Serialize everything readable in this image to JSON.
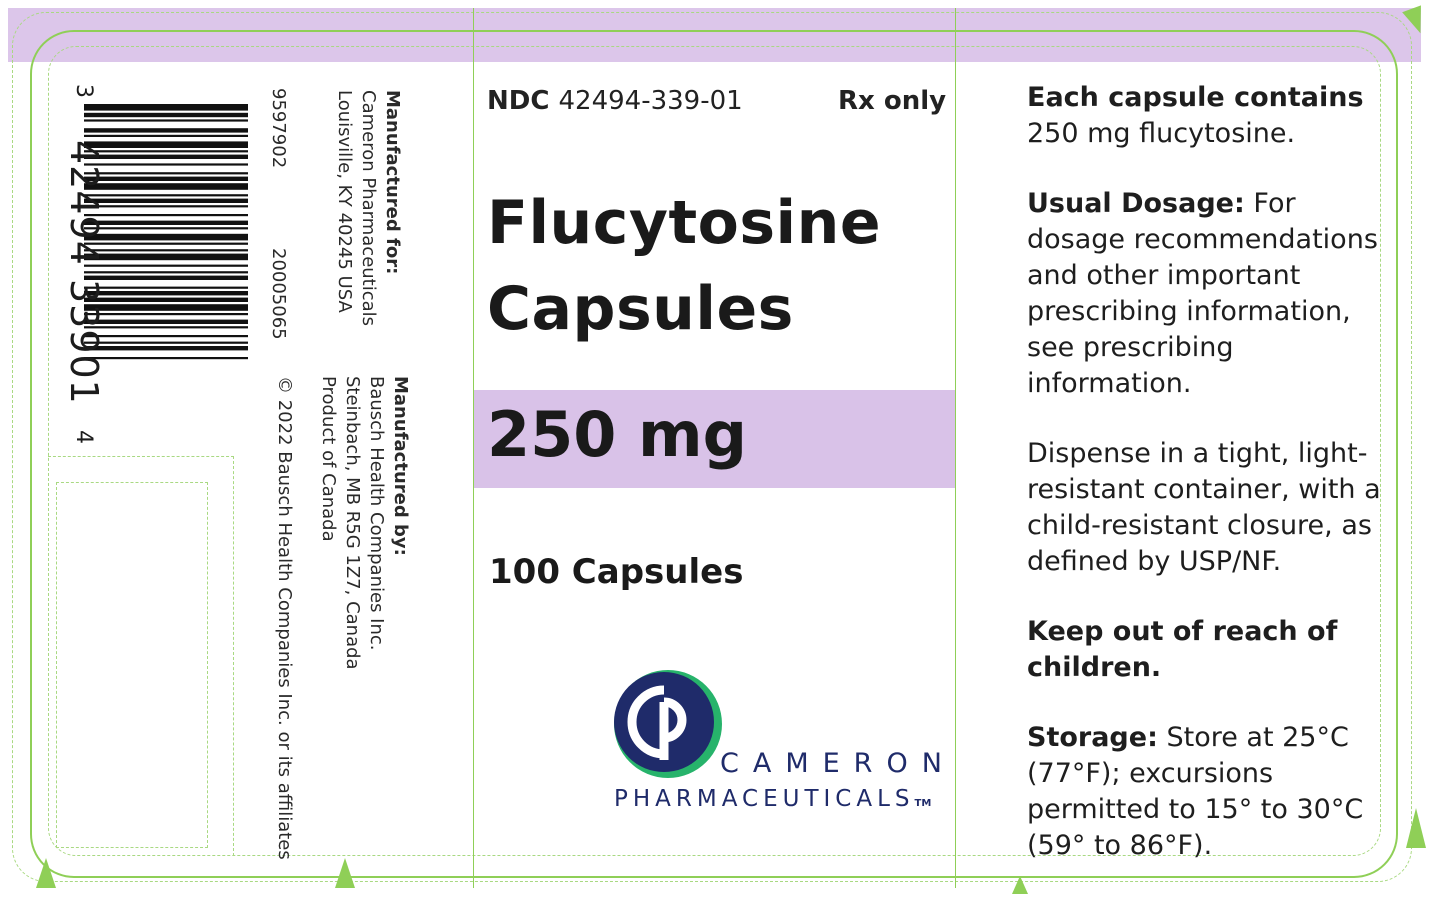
{
  "header": {
    "ndc_label": "NDC",
    "ndc_number": "42494-339-01",
    "rx": "Rx only"
  },
  "product": {
    "name_line1": "Flucytosine",
    "name_line2": "Capsules",
    "strength": "250 mg",
    "count": "100 Capsules"
  },
  "side_panel": {
    "barcode": {
      "leading_digit": "3",
      "digits": "42494 33901",
      "trailing_digit": "4"
    },
    "codes": [
      "9597902",
      "20005065"
    ],
    "manufactured_for": {
      "heading": "Manufactured for:",
      "lines": [
        "Cameron Pharmaceuticals",
        "Louisville, KY 40245 USA"
      ]
    },
    "manufactured_by": {
      "heading": "Manufactured by:",
      "lines": [
        "Bausch Health Companies Inc.",
        "Steinbach, MB R5G 1Z7, Canada",
        "Product of Canada"
      ]
    },
    "copyright": "© 2022 Bausch Health Companies Inc. or its affiliates"
  },
  "info": {
    "contains_label": "Each capsule contains",
    "contains_text": "250 mg flucytosine.",
    "dosage_label": "Usual Dosage:",
    "dosage_text": "For dosage recommendations and other important prescribing information, see prescribing information.",
    "dispense_text": "Dispense in a tight, light-resistant container, with a child-resistant closure, as defined by USP/NF.",
    "keep_out": "Keep out of reach of children.",
    "storage_label": "Storage:",
    "storage_text": "Store at 25°C (77°F); excursions permitted to 15° to 30°C (59° to 86°F)."
  },
  "brand": {
    "line1": "CAMERON",
    "line2": "PHARMACEUTICALS",
    "tm": "TM",
    "colors": {
      "navy": "#1f2b6a",
      "green": "#27b36b"
    }
  },
  "colors": {
    "lavender": "#dcc6ea",
    "green_border": "#8fcf57"
  }
}
